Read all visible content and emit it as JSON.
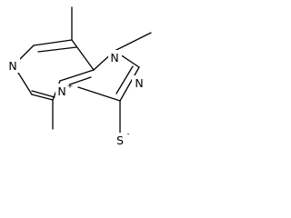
{
  "molecule": {
    "atoms": {
      "n_pyrazine": "N",
      "n1": "N",
      "n2": "N",
      "n4": "N",
      "n4_charge": "+",
      "sulfur": "S",
      "sulfur_charge": "-"
    }
  },
  "colors": {
    "bond": "#000000",
    "background": "#ffffff"
  }
}
